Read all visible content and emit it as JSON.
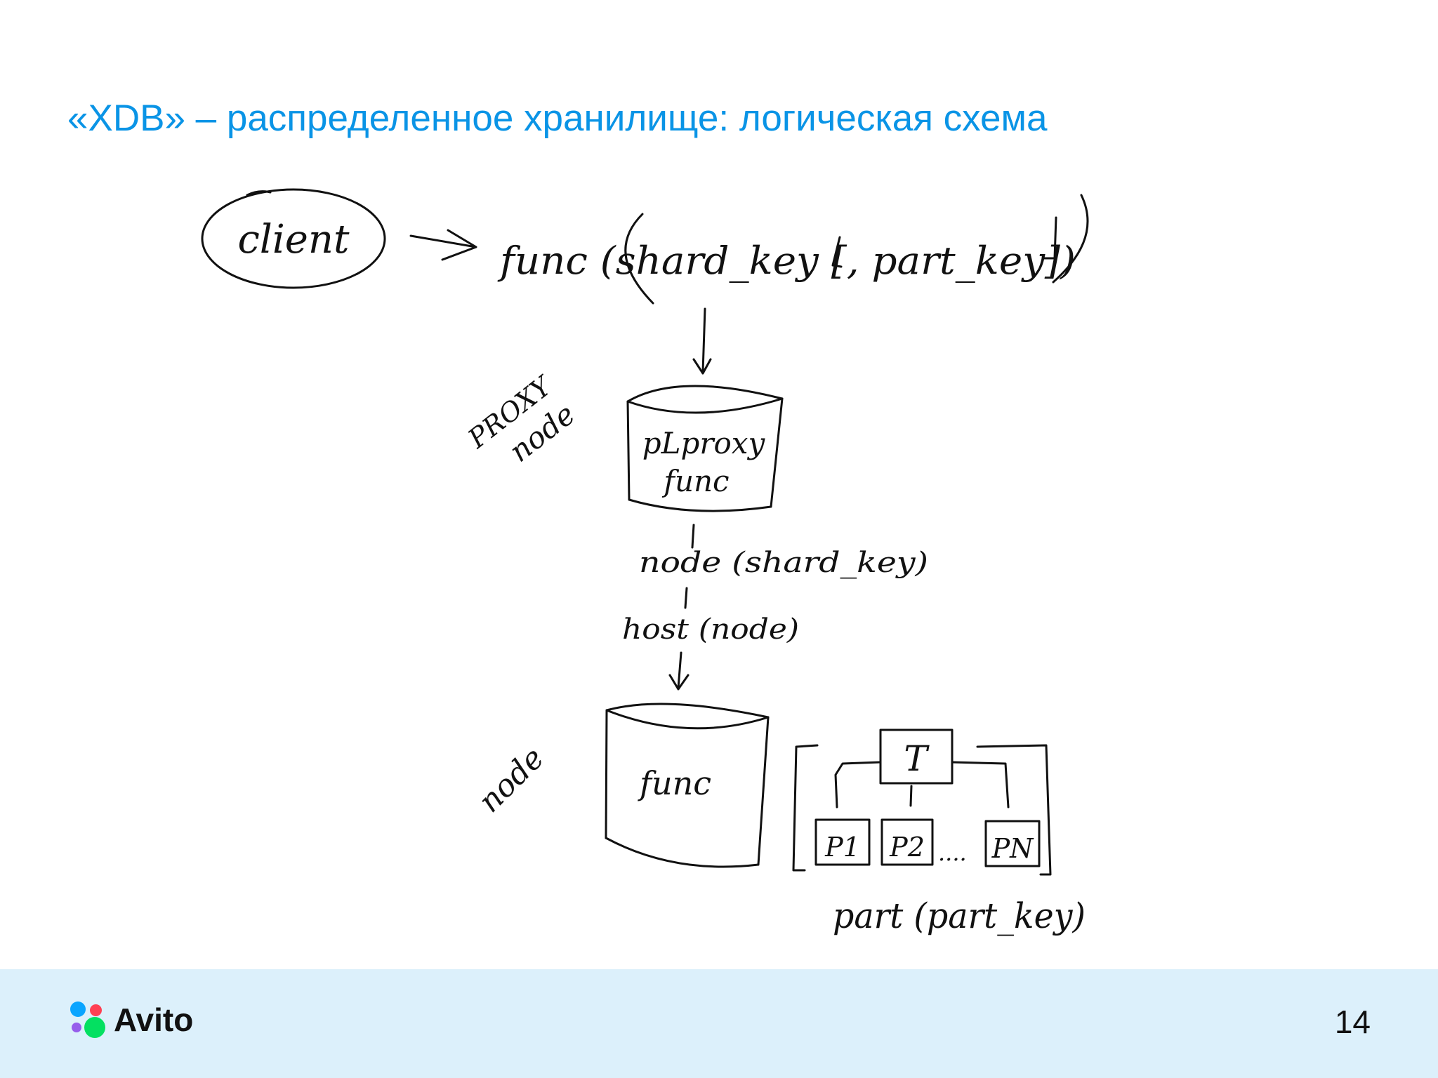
{
  "slide": {
    "title": "«XDB» – распределенное хранилище: логическая схема",
    "page_number": "14"
  },
  "brand": {
    "name": "Avito",
    "colors": {
      "accent": "#0a94e6",
      "footer_bg": "#dcf0fb"
    }
  },
  "diagram": {
    "client_label": "client",
    "func_call": "func (shard_key [, part_key])",
    "proxy_node_label_1": "PROXY",
    "proxy_node_label_2": "node",
    "proxy_db_line1": "pLproxy",
    "proxy_db_line2": "func",
    "step_node": "node (shard_key)",
    "step_host": "host (node)",
    "node_label": "node",
    "node_db_label": "func",
    "table_label": "T",
    "partitions": [
      "P1",
      "P2",
      "PN"
    ],
    "ellipsis": "....",
    "part_call": "part (part_key)"
  }
}
